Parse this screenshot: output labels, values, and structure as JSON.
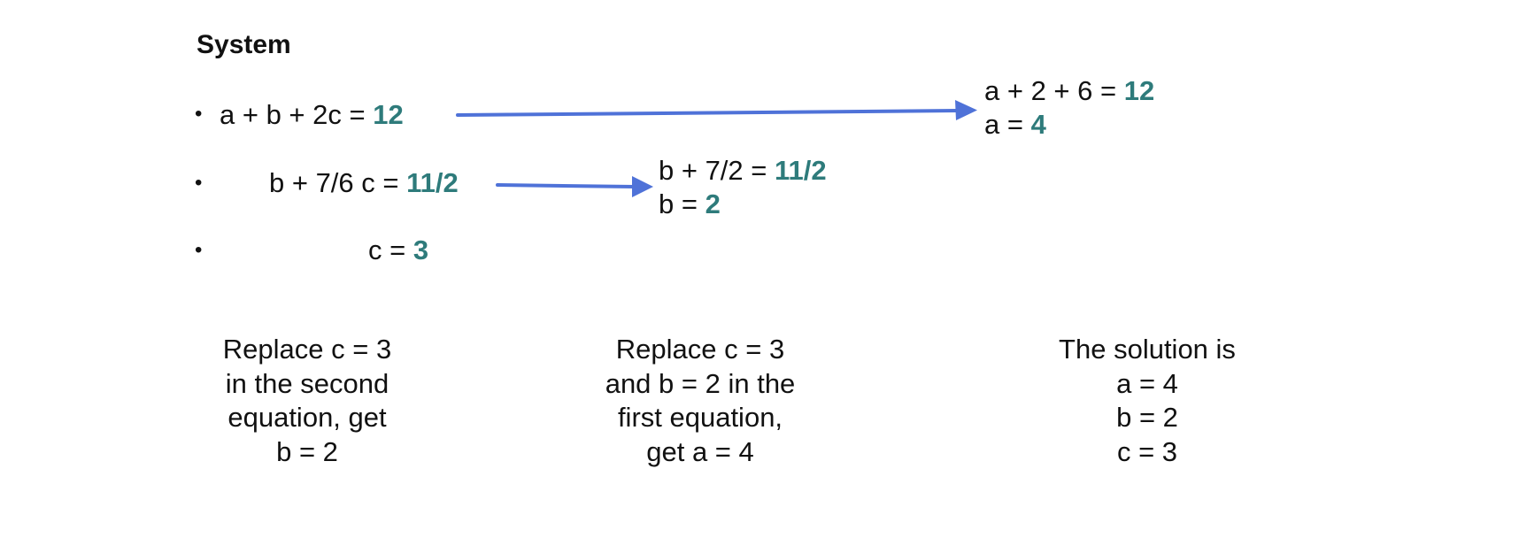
{
  "title": "System",
  "bullet_char": "•",
  "system": [
    {
      "lhs": "a + b + 2c = ",
      "rhs": "12"
    },
    {
      "lhs": "b + 7/6 c = ",
      "rhs": "11/2"
    },
    {
      "lhs": "c = ",
      "rhs": "3"
    }
  ],
  "step_b": [
    {
      "lhs": "b + 7/2 = ",
      "rhs": "11/2"
    },
    {
      "lhs": "b = ",
      "rhs": "2"
    }
  ],
  "step_a": [
    {
      "lhs": "a + 2 + 6 = ",
      "rhs": "12"
    },
    {
      "lhs": "a = ",
      "rhs": "4"
    }
  ],
  "notes": {
    "left": [
      "Replace c = 3",
      "in the second",
      "equation, get",
      "b = 2"
    ],
    "middle": [
      "Replace c = 3",
      "and b = 2 in the",
      "first equation,",
      "get a = 4"
    ],
    "right": [
      "The solution is",
      "a = 4",
      "b = 2",
      "c = 3"
    ]
  },
  "colors": {
    "value": "#2e7b7b",
    "arrow": "#4f72d8",
    "text": "#111111"
  }
}
